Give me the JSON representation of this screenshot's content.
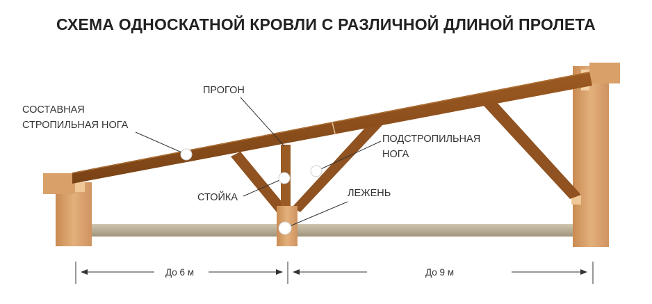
{
  "title": "СХЕМА ОДНОСКАТНОЙ КРОВЛИ С РАЗЛИЧНОЙ ДЛИНОЙ ПРОЛЕТА",
  "labels": {
    "composite_rafter_line1": "СОСТАВНАЯ",
    "composite_rafter_line2": "СТРОПИЛЬНАЯ НОГА",
    "purlin": "ПРОГОН",
    "under_rafter_line1": "ПОДСТРОПИЛЬНАЯ",
    "under_rafter_line2": "НОГА",
    "post": "СТОЙКА",
    "lezhen": "ЛЕЖЕНЬ"
  },
  "dimensions": {
    "left_span": "До 6 м",
    "right_span": "До 9 м"
  },
  "colors": {
    "wood_dark": "#8a4f1f",
    "wood_mid": "#a8682e",
    "wood_light": "#d9a06a",
    "wall_light": "#e3b07c",
    "floor": "#b8ad95",
    "text": "#333333",
    "marker": "#ffffff"
  }
}
